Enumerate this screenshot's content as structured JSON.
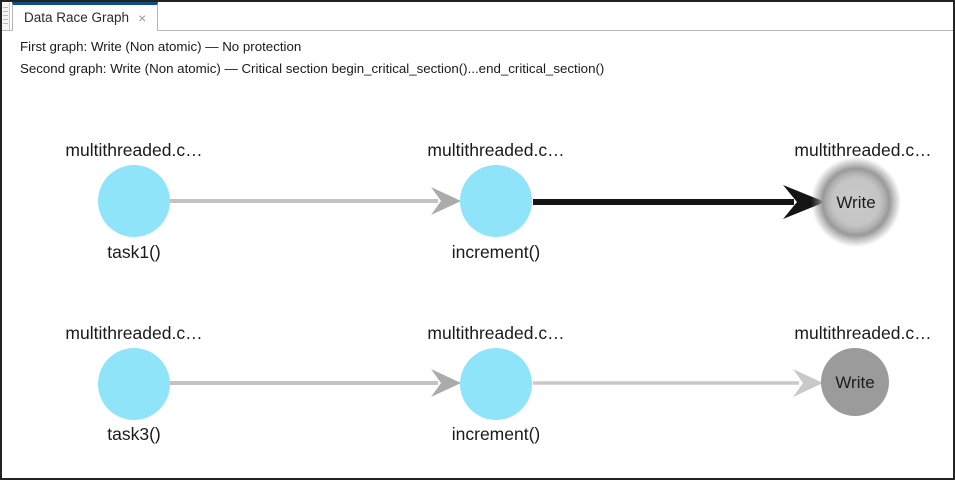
{
  "window": {
    "tab_label": "Data Race Graph",
    "close_glyph": "×"
  },
  "header": {
    "first_graph": "First graph: Write (Non atomic) — No protection",
    "second_graph": "Second graph: Write (Non atomic) — Critical section begin_critical_section()...end_critical_section()"
  },
  "graphs": [
    {
      "name": "first",
      "nodes": [
        {
          "file": "multithreaded.c…",
          "label": "task1()"
        },
        {
          "file": "multithreaded.c…",
          "label": "increment()"
        },
        {
          "file": "multithreaded.c…",
          "label": "Write",
          "selected": true
        }
      ]
    },
    {
      "name": "second",
      "nodes": [
        {
          "file": "multithreaded.c…",
          "label": "task3()"
        },
        {
          "file": "multithreaded.c…",
          "label": "increment()"
        },
        {
          "file": "multithreaded.c…",
          "label": "Write",
          "selected": false
        }
      ]
    }
  ],
  "colors": {
    "tab_accent": "#0d4f81",
    "node_blue": "#90e4f9",
    "edge_gray": "#c3c3c3",
    "arrow_gray": "#ababab",
    "edge_light_gray": "#c9c9c9",
    "edge_black": "#141414",
    "write_node_gray": "#9b9b9b"
  }
}
